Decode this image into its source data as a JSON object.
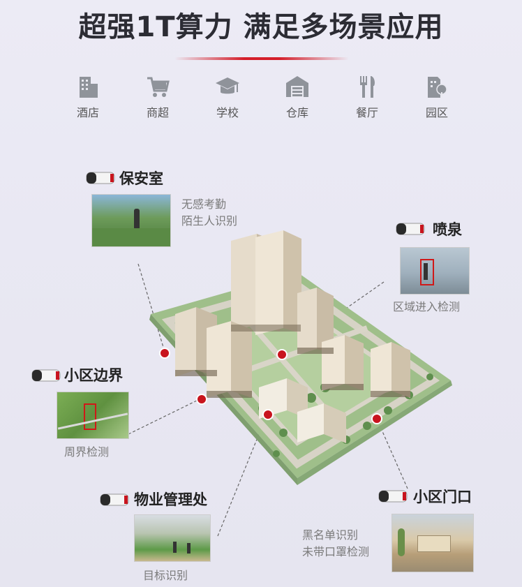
{
  "title": "超强1T算力  满足多场景应用",
  "categories": [
    {
      "label": "酒店",
      "icon": "hotel-icon"
    },
    {
      "label": "商超",
      "icon": "shopping-cart-icon"
    },
    {
      "label": "学校",
      "icon": "graduation-cap-icon"
    },
    {
      "label": "仓库",
      "icon": "warehouse-icon"
    },
    {
      "label": "餐厅",
      "icon": "fork-knife-icon"
    },
    {
      "label": "园区",
      "icon": "park-building-icon"
    }
  ],
  "scenes": {
    "security_room": {
      "label": "保安室",
      "desc": [
        "无感考勤",
        "陌生人识别"
      ]
    },
    "fountain": {
      "label": "喷泉",
      "desc": [
        "区域进入检测"
      ]
    },
    "boundary": {
      "label": "小区边界",
      "desc": [
        "周界检测"
      ]
    },
    "property": {
      "label": "物业管理处",
      "desc": [
        "目标识别"
      ]
    },
    "gate": {
      "label": "小区门口",
      "desc": [
        "黑名单识别",
        "未带口罩检测"
      ]
    }
  },
  "colors": {
    "accent": "#d41e2a",
    "title": "#2c2c34",
    "marker": "#c8141e"
  }
}
